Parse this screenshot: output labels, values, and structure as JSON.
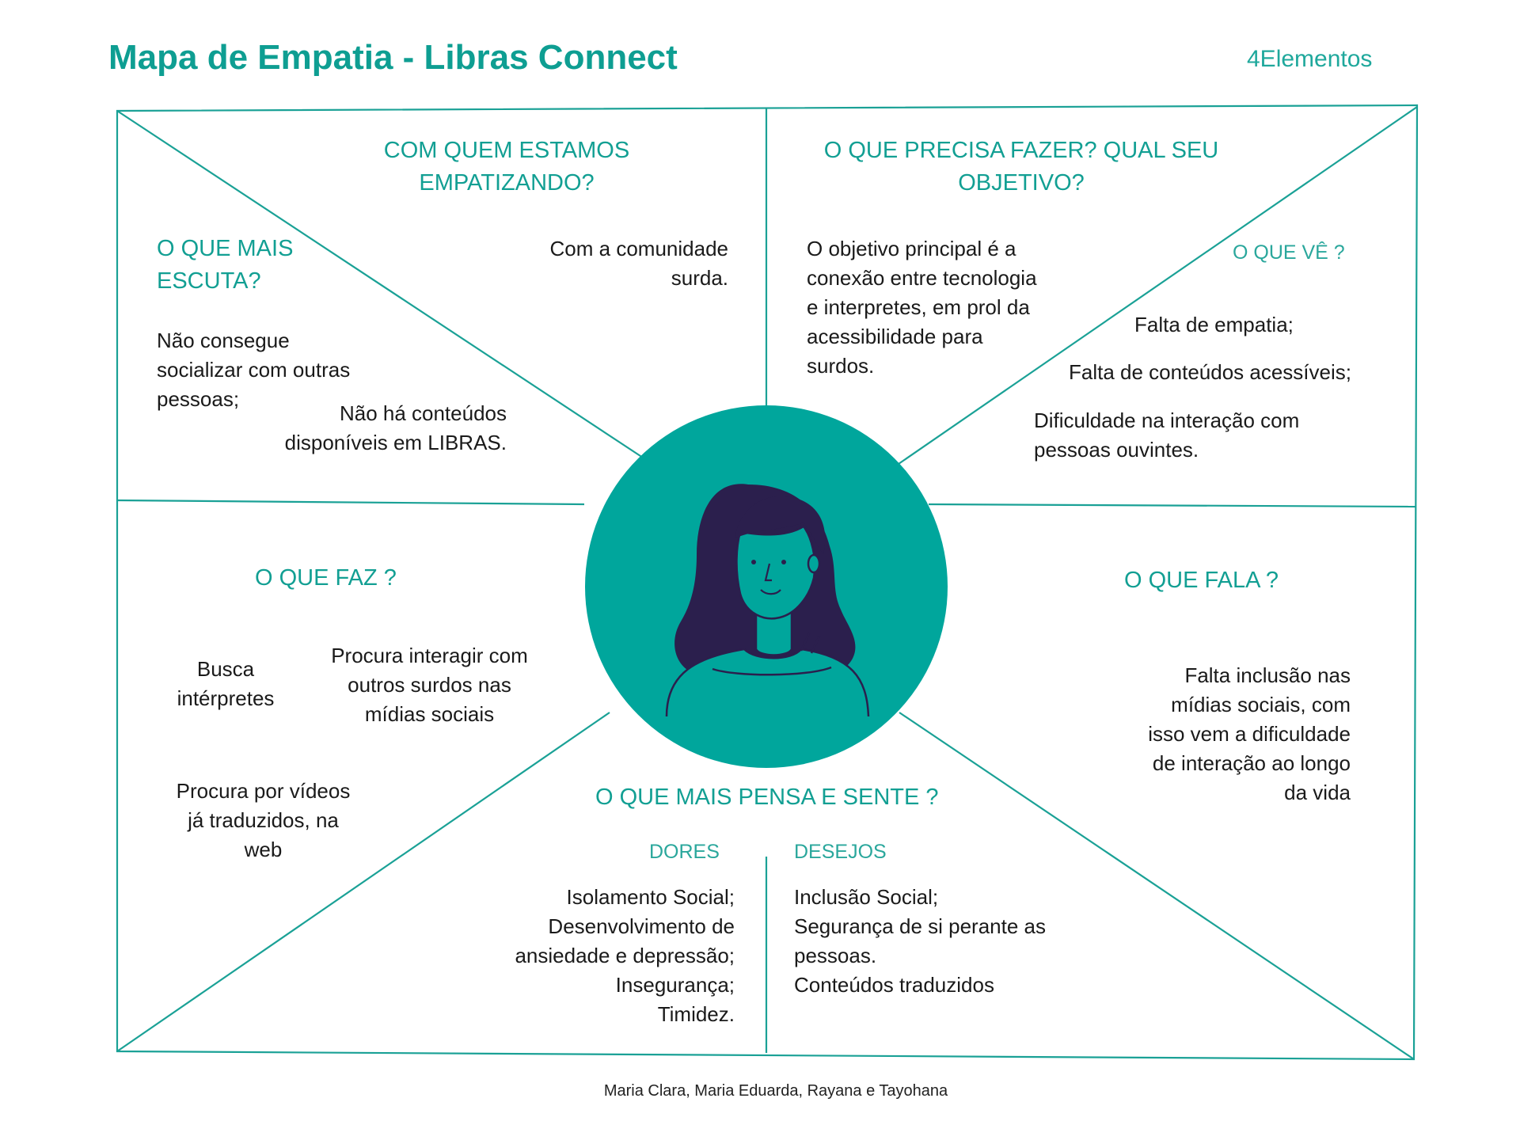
{
  "header": {
    "title": "Mapa de Empatia - Libras Connect",
    "brand": "4Elementos"
  },
  "colors": {
    "accent": "#0e9e92",
    "circle": "#00a69c",
    "hair": "#2b1f4d",
    "lines": "#1aa196"
  },
  "sections": {
    "who": {
      "heading_line1": "COM QUEM ESTAMOS",
      "heading_line2": "EMPATIZANDO?",
      "text_line1": "Com  a comunidade",
      "text_line2": "surda."
    },
    "goal": {
      "heading_line1": "O QUE PRECISA FAZER? QUAL SEU",
      "heading_line2": "OBJETIVO?",
      "text_lines": [
        "O  objetivo principal é a",
        "conexão entre  tecnologia",
        "e interpretes, em prol da",
        "acessibilidade para",
        "surdos."
      ]
    },
    "hears": {
      "heading_line1": "O QUE MAIS",
      "heading_line2": "ESCUTA?",
      "item1_lines": [
        "Não consegue",
        "socializar com  outras",
        "pessoas;"
      ],
      "item2_lines": [
        "Não há conteúdos",
        "disponíveis em LIBRAS."
      ]
    },
    "sees": {
      "heading": "O QUE VÊ ?",
      "item1": "Falta de empatia;",
      "item2": "Falta de conteúdos acessíveis;",
      "item3_lines": [
        "Dificuldade na interação com",
        "pessoas ouvintes."
      ]
    },
    "does": {
      "heading": "O QUE FAZ ?",
      "item1_lines": [
        "Busca",
        "intérpretes"
      ],
      "item2_lines": [
        "Procura interagir com",
        "outros surdos nas",
        "mídias sociais"
      ],
      "item3_lines": [
        "Procura por vídeos",
        "já traduzidos, na",
        "web"
      ]
    },
    "says": {
      "heading": "O QUE FALA ?",
      "text_lines": [
        "Falta inclusão nas",
        "mídias sociais, com",
        "isso vem a dificuldade",
        "de interação ao longo",
        "da vida"
      ]
    },
    "thinks": {
      "heading": "O QUE MAIS PENSA E SENTE ?",
      "pains_label": "DORES",
      "pains_lines": [
        "Isolamento Social;",
        "Desenvolvimento de",
        "ansiedade e depressão;",
        "Insegurança;",
        "Timidez."
      ],
      "desires_label": "DESEJOS",
      "desires_lines": [
        "Inclusão Social;",
        "Segurança de si perante as",
        "pessoas.",
        "Conteúdos traduzidos"
      ]
    }
  },
  "footer": {
    "authors": "Maria Clara,  Maria Eduarda, Rayana e Tayohana"
  },
  "icons": {
    "persona": "woman-avatar-icon"
  }
}
